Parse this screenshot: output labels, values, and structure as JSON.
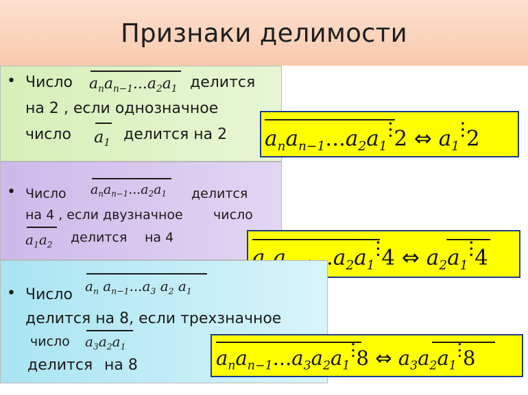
{
  "title": "Признаки делимости",
  "rules": [
    {
      "bullet": "•",
      "word_number": "Число",
      "word_divisible": "делится",
      "line2": "на 2 , если однозначное",
      "line3_start": "число",
      "line3_end": "делится на 2",
      "formula_divisor": "2"
    },
    {
      "bullet": "•",
      "word_number": "Число",
      "word_divisible": "делится",
      "line2": "на 4 , если двузначное",
      "line2_end": "число",
      "line3_end": "делится",
      "line3_tail": "на 4",
      "formula_divisor": "4"
    },
    {
      "bullet": "•",
      "word_number": "Число",
      "line2": "делится на 8, если трехзначное",
      "line3_start": "число",
      "line4": "делится",
      "line4_tail": "на 8",
      "formula_divisor": "8"
    }
  ],
  "symbols": {
    "a": "a",
    "n": "n",
    "n_minus_1": "n−1",
    "ellipsis": "...",
    "idx1": "1",
    "idx2": "2",
    "idx3": "3",
    "equiv_arrow": "⇔"
  },
  "colors": {
    "title_bg": "#f9c9ad",
    "rule1_bg": "#d6efb8",
    "rule2_bg": "#cdb9ea",
    "rule3_bg": "#a9e4f2",
    "formula_bg": "#ffff00",
    "formula_border": "#1c3a8c"
  }
}
